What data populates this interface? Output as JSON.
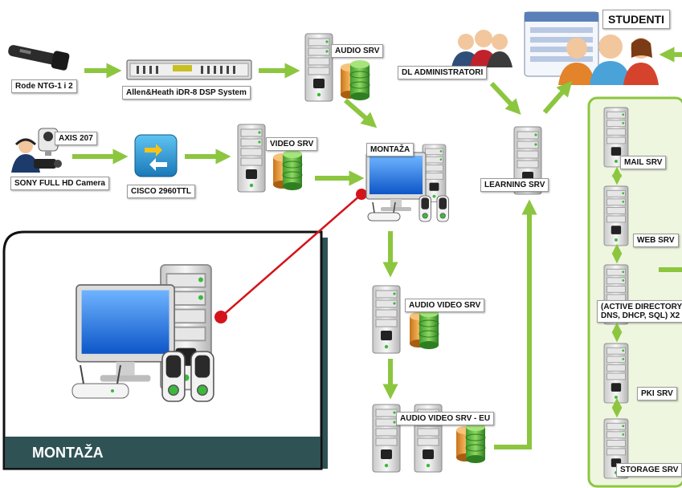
{
  "colors": {
    "arrow": "#8cc63f",
    "connector": "#d4141a",
    "panel_band": "#2f5254"
  },
  "labels": {
    "rode": "Rode NTG-1 i 2",
    "allen": "Allen&Heath iDR-8 DSP System",
    "audio_srv": "AUDIO SRV",
    "axis": "AXIS 207",
    "sony": "SONY FULL HD Camera",
    "cisco": "CISCO 2960TTL",
    "video_srv": "VIDEO SRV",
    "montaza_top": "MONTAŽA",
    "dl_admin": "DL ADMINISTRATORI",
    "studenti": "STUDENTI",
    "learning_srv": "LEARNING SRV",
    "mail_srv": "MAIL SRV",
    "web_srv": "WEB SRV",
    "ad_srv": "(ACTIVE DIRECTORY\nDNS, DHCP, SQL) X2",
    "pki_srv": "PKI SRV",
    "storage_srv": "STORAGE SRV",
    "av_srv": "AUDIO VIDEO SRV",
    "av_srv_eu": "AUDIO VIDEO SRV - EU",
    "montaza_panel": "MONTAŽA"
  },
  "icons": [
    "microphone-icon",
    "dsp-rack-icon",
    "server-icon",
    "database-icon",
    "webcam-icon",
    "camera-operator-icon",
    "network-switch-icon",
    "workstation-icon",
    "speaker-icon",
    "router-icon",
    "users-icon",
    "browser-window-icon"
  ]
}
